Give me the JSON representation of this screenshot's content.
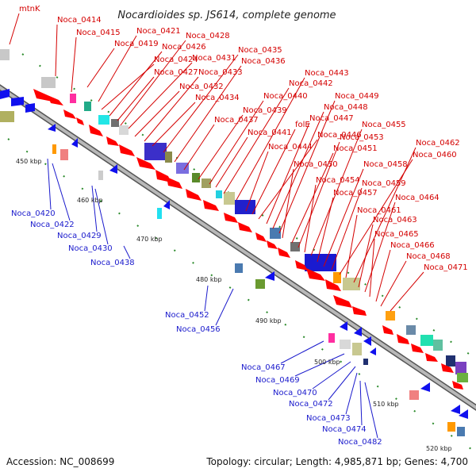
{
  "title": "Nocardioides sp. JS614, complete genome",
  "accession_text": "Accession: NC_008699",
  "summary_text": "Topology: circular; Length: 4,985,871 bp; Genes: 4,700",
  "colors": {
    "forward_label": "#d40000",
    "reverse_label": "#1a1acc",
    "forward_gene": "#ff0000",
    "reverse_gene": "#1010ee",
    "backbone": "#8a8a8a",
    "tick": "#2a8a2a"
  },
  "ticks": [
    "450 kbp",
    "460 kbp",
    "470 kbp",
    "480 kbp",
    "490 kbp",
    "500 kbp",
    "510 kbp",
    "520 kbp"
  ],
  "forward_labels": [
    "mtnK",
    "Noca_0414",
    "Noca_0415",
    "Noca_0419",
    "Noca_0421",
    "Noca_0424",
    "Noca_0426",
    "Noca_0427",
    "Noca_0428",
    "Noca_0431",
    "Noca_0432",
    "Noca_0433",
    "Noca_0434",
    "Noca_0435",
    "Noca_0436",
    "Noca_0437",
    "Noca_0439",
    "Noca_0440",
    "Noca_0441",
    "Noca_0442",
    "Noca_0443",
    "Noca_0444",
    "folE",
    "Noca_0446",
    "Noca_0447",
    "Noca_0448",
    "Noca_0449",
    "Noca_0450",
    "Noca_0451",
    "Noca_0453",
    "Noca_0454",
    "Noca_0455",
    "Noca_0457",
    "Noca_0458",
    "Noca_0459",
    "Noca_0460",
    "Noca_0461",
    "Noca_0462",
    "Noca_0463",
    "Noca_0464",
    "Noca_0465",
    "Noca_0466",
    "Noca_0468",
    "Noca_0471"
  ],
  "reverse_labels": [
    "Noca_0420",
    "Noca_0422",
    "Noca_0429",
    "Noca_0430",
    "Noca_0438",
    "Noca_0452",
    "Noca_0456",
    "Noca_0467",
    "Noca_0469",
    "Noca_0470",
    "Noca_0472",
    "Noca_0473",
    "Noca_0474",
    "Noca_0482"
  ]
}
